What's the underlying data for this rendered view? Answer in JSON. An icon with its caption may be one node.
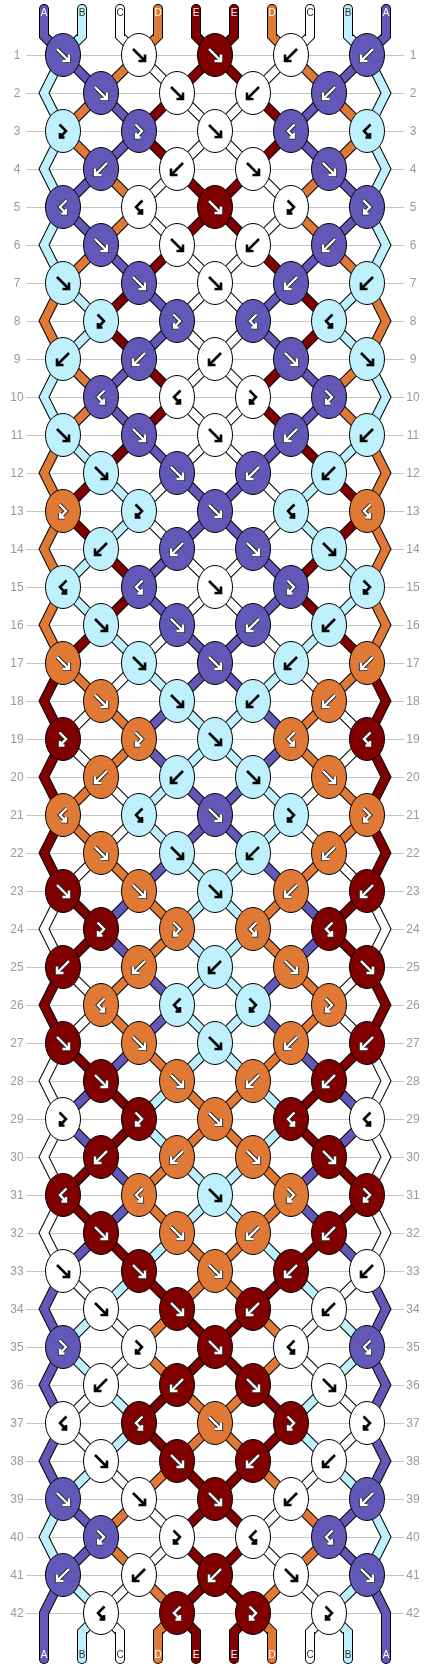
{
  "diagram": {
    "nodes": [
      {
        "text": [
          "A"
        ]
      },
      {
        "text": [
          "B"
        ]
      },
      {
        "text": [
          "C"
        ]
      },
      {
        "text": [
          "D"
        ]
      },
      {
        "text": [
          "E"
        ]
      },
      {
        "text": [
          "E"
        ]
      },
      {
        "text": [
          "D"
        ]
      },
      {
        "text": [
          "C"
        ]
      },
      {
        "text": [
          "B"
        ]
      },
      {
        "text": [
          "A"
        ]
      },
      {
        "text": [
          "A"
        ]
      },
      {
        "text": [
          "B"
        ]
      },
      {
        "text": [
          "C"
        ]
      },
      {
        "text": [
          "D"
        ]
      },
      {
        "text": [
          "E"
        ]
      },
      {
        "text": [
          "E"
        ]
      },
      {
        "text": [
          "D"
        ]
      },
      {
        "text": [
          "C"
        ]
      },
      {
        "text": [
          "B"
        ]
      },
      {
        "text": [
          "A"
        ]
      }
    ],
    "labels": [
      "1",
      "1",
      "2",
      "2",
      "3",
      "3",
      "4",
      "4",
      "5",
      "5",
      "6",
      "6",
      "7",
      "7",
      "8",
      "8",
      "9",
      "9",
      "10",
      "10",
      "11",
      "11",
      "12",
      "12",
      "13",
      "13",
      "14",
      "14",
      "15",
      "15",
      "16",
      "16",
      "17",
      "17",
      "18",
      "18",
      "19",
      "19",
      "20",
      "20",
      "21",
      "21",
      "22",
      "22",
      "23",
      "23",
      "24",
      "24",
      "25",
      "25",
      "26",
      "26",
      "27",
      "27",
      "28",
      "28",
      "29",
      "29",
      "30",
      "30",
      "31",
      "31",
      "32",
      "32",
      "33",
      "33",
      "34",
      "34",
      "35",
      "35",
      "36",
      "36",
      "37",
      "37",
      "38",
      "38",
      "39",
      "39",
      "40",
      "40",
      "41",
      "41",
      "42",
      "42"
    ]
  }
}
